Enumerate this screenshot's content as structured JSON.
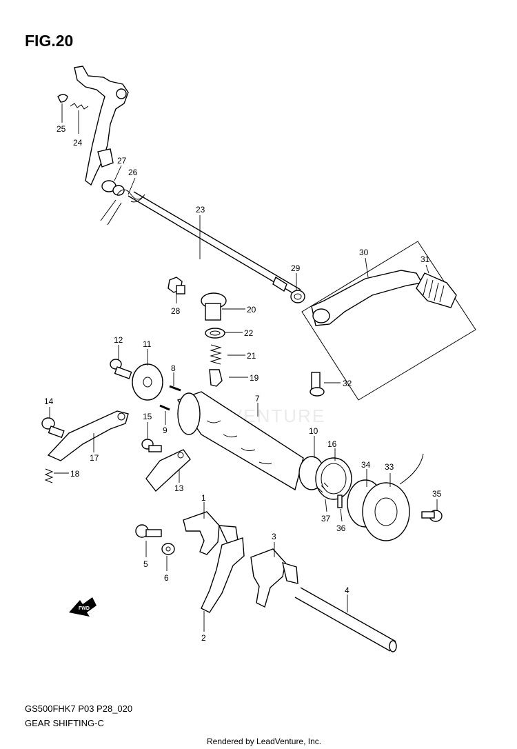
{
  "figure": {
    "title": "FIG.20",
    "model_code": "GS500FHK7 P03 P28_020",
    "section_name": "GEAR SHIFTING-C",
    "render_credit": "Rendered by LeadVenture, Inc.",
    "watermark_text": "LEADVENTURE"
  },
  "direction_arrow": {
    "label": "FWD"
  },
  "callouts": [
    {
      "id": "1",
      "label": "1"
    },
    {
      "id": "2",
      "label": "2"
    },
    {
      "id": "3",
      "label": "3"
    },
    {
      "id": "4",
      "label": "4"
    },
    {
      "id": "5",
      "label": "5"
    },
    {
      "id": "6",
      "label": "6"
    },
    {
      "id": "7",
      "label": "7"
    },
    {
      "id": "8",
      "label": "8"
    },
    {
      "id": "9",
      "label": "9"
    },
    {
      "id": "10",
      "label": "10"
    },
    {
      "id": "11",
      "label": "11"
    },
    {
      "id": "12",
      "label": "12"
    },
    {
      "id": "13",
      "label": "13"
    },
    {
      "id": "14",
      "label": "14"
    },
    {
      "id": "15",
      "label": "15"
    },
    {
      "id": "16",
      "label": "16"
    },
    {
      "id": "17",
      "label": "17"
    },
    {
      "id": "18",
      "label": "18"
    },
    {
      "id": "19",
      "label": "19"
    },
    {
      "id": "20",
      "label": "20"
    },
    {
      "id": "21",
      "label": "21"
    },
    {
      "id": "22",
      "label": "22"
    },
    {
      "id": "23",
      "label": "23"
    },
    {
      "id": "24",
      "label": "24"
    },
    {
      "id": "25",
      "label": "25"
    },
    {
      "id": "26",
      "label": "26"
    },
    {
      "id": "27",
      "label": "27"
    },
    {
      "id": "28",
      "label": "28"
    },
    {
      "id": "29",
      "label": "29"
    },
    {
      "id": "30",
      "label": "30"
    },
    {
      "id": "31",
      "label": "31"
    },
    {
      "id": "32",
      "label": "32"
    },
    {
      "id": "33",
      "label": "33"
    },
    {
      "id": "34",
      "label": "34"
    },
    {
      "id": "35",
      "label": "35"
    },
    {
      "id": "36",
      "label": "36"
    },
    {
      "id": "37",
      "label": "37"
    }
  ]
}
